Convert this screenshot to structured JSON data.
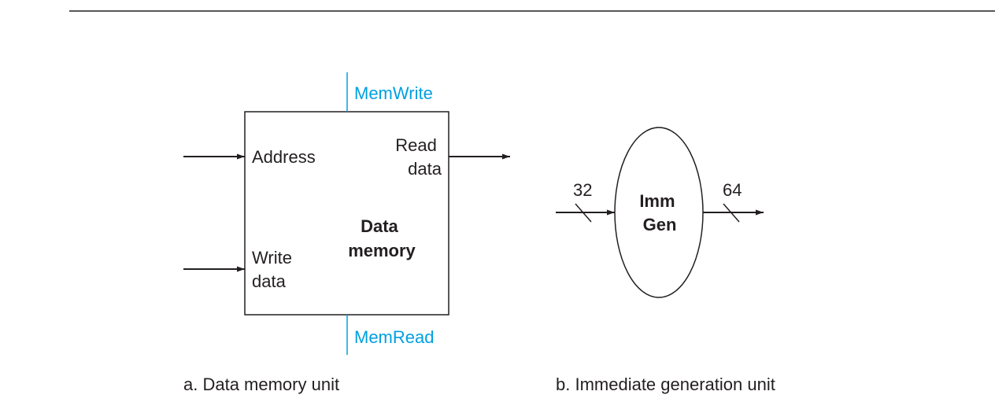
{
  "data_memory": {
    "control_write": "MemWrite",
    "control_read": "MemRead",
    "input_address": "Address",
    "input_write_data": [
      "Write",
      "data"
    ],
    "output_read_data": [
      "Read",
      "data"
    ],
    "title": [
      "Data",
      "memory"
    ],
    "caption": "a. Data memory unit"
  },
  "imm_gen": {
    "input_width": "32",
    "output_width": "64",
    "title": [
      "Imm",
      "Gen"
    ],
    "caption": "b. Immediate generation unit"
  },
  "colors": {
    "line": "#231f20",
    "control": "#00a0e0"
  }
}
